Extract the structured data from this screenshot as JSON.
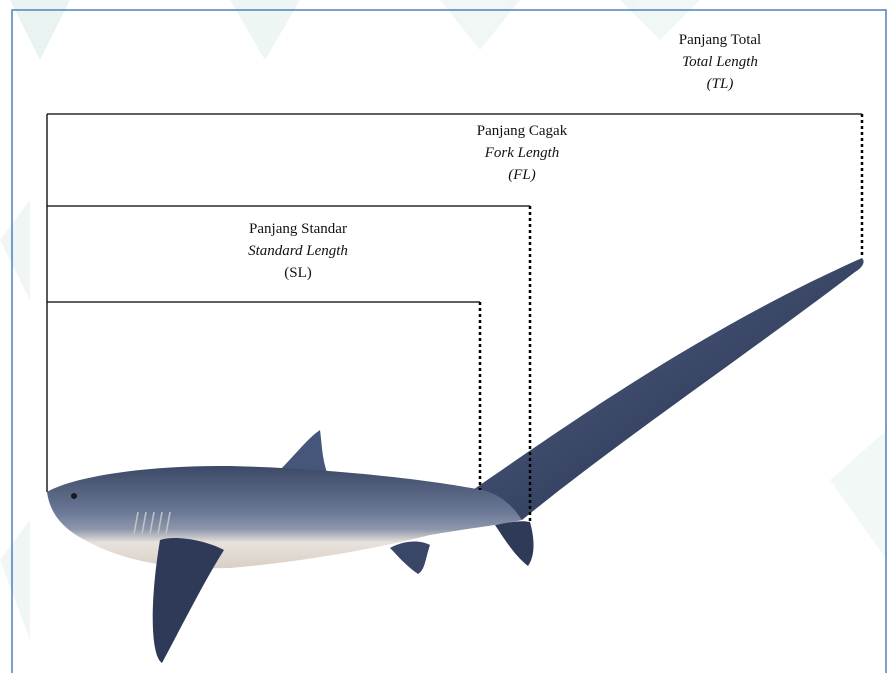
{
  "measurements": {
    "total": {
      "local": "Panjang Total",
      "english": "Total Length",
      "abbr": "(TL)"
    },
    "fork": {
      "local": "Panjang Cagak",
      "english": "Fork Length",
      "abbr": "(FL)"
    },
    "standard": {
      "local": "Panjang Standar",
      "english": "Standard Length",
      "abbr": "(SL)"
    }
  },
  "colors": {
    "frame": "#4f81bd",
    "watermark": "#d7ebe7",
    "shark_back": "#4a5a7e",
    "shark_belly": "#e9e2dc",
    "line": "#000000"
  }
}
